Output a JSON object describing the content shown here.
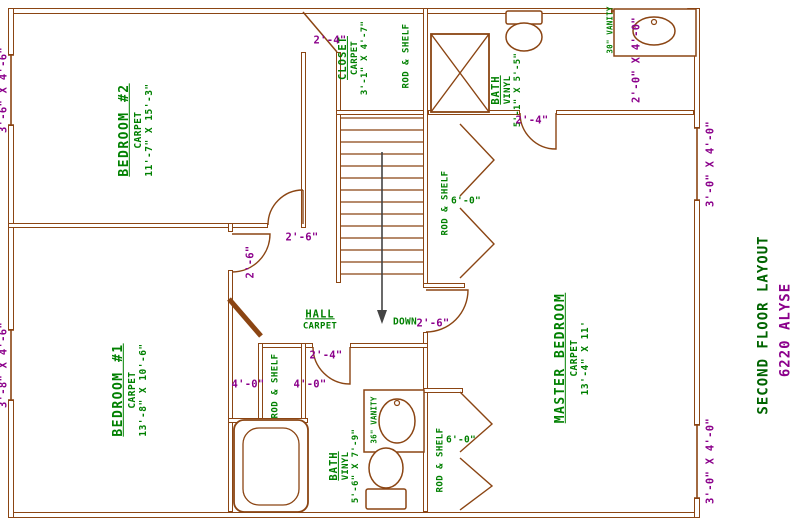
{
  "drawing": {
    "title": "SECOND FLOOR LAYOUT",
    "address": "6220 ALYSE"
  },
  "rooms": {
    "bedroom2": {
      "name": "BEDROOM #2",
      "floor": "CARPET",
      "size": "11'-7\" X 15'-3\""
    },
    "bedroom1": {
      "name": "BEDROOM #1",
      "floor": "CARPET",
      "size": "13'-8\" X 10'-6\""
    },
    "master_bedroom": {
      "name": "MASTER BEDROOM",
      "floor": "CARPET",
      "size": "13'-4\" X 11'"
    },
    "master_bath": {
      "name": "BATH",
      "floor": "VINYL",
      "size": "5'-1\" X 5'-5\""
    },
    "main_bath": {
      "name": "BATH",
      "floor": "VINYL",
      "size": "5'-6\" X 7'-9\""
    },
    "closet": {
      "name": "CLOSET",
      "floor": "CARPET",
      "size": "3'-1\" X 4'-7\""
    },
    "hall": {
      "name": "HALL",
      "floor": "CARPET"
    }
  },
  "closets": {
    "rod_shelf": "ROD & SHELF",
    "master_closet_top_width": "6'-0\"",
    "master_closet_bottom_width": "6'-0\"",
    "hall_closet_left": "4'-0\"",
    "hall_closet_right": "4'-0\""
  },
  "fixtures": {
    "vanity_30": "30\" VANITY",
    "vanity_36": "36\" VANITY"
  },
  "stairs": {
    "direction": "DOWN"
  },
  "windows": {
    "left_top": "3'-6\" X 4'-6\"",
    "left_bottom": "3'-8\" X 4'-6\"",
    "right_top": "3'-0\" X 4'-0\"",
    "right_bottom": "3'-0\" X 4'-0\"",
    "top_right": "2'-0\" X 4'-0\""
  },
  "doors": {
    "closet": "2'-4\"",
    "bedroom2": "2'-6\"",
    "bedroom1": "2'-6\"",
    "master_bath": "2'-4\"",
    "main_bath": "2'-4\"",
    "master_bedroom": "2'-6\""
  },
  "colors": {
    "wall": "#8b4513",
    "room_text": "#008000",
    "dimension_text": "#8b008b",
    "title_text": "#006400"
  }
}
